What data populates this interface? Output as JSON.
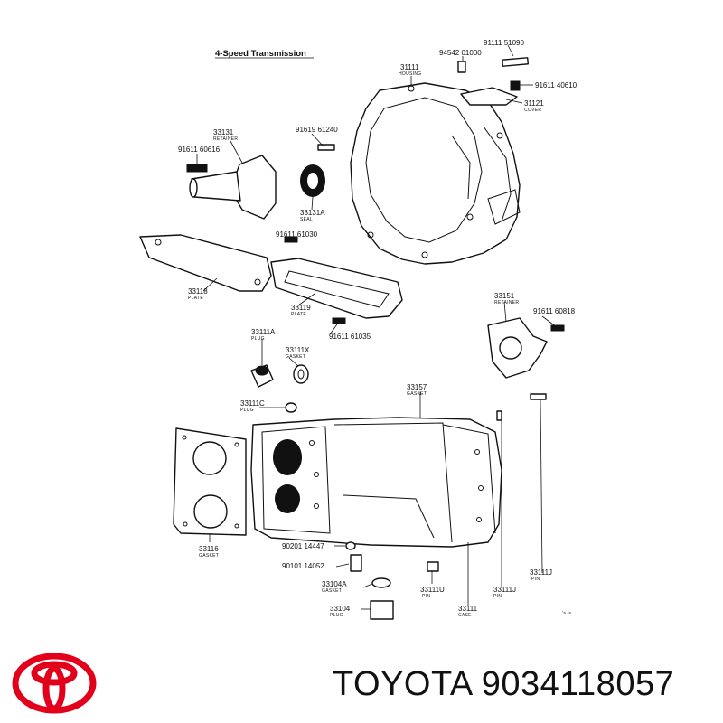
{
  "diagram": {
    "title": "4-Speed Transmission",
    "callouts": [
      {
        "id": "c1",
        "number": "91111 51090",
        "name": ""
      },
      {
        "id": "c2",
        "number": "94542 01000",
        "name": ""
      },
      {
        "id": "c3",
        "number": "31111",
        "name": "HOUSING"
      },
      {
        "id": "c4",
        "number": "91611 40610",
        "name": ""
      },
      {
        "id": "c5",
        "number": "31121",
        "name": "COVER"
      },
      {
        "id": "c6",
        "number": "33131",
        "name": "RETAINER"
      },
      {
        "id": "c7",
        "number": "91619 61240",
        "name": ""
      },
      {
        "id": "c8",
        "number": "91611 60616",
        "name": ""
      },
      {
        "id": "c9",
        "number": "33131A",
        "name": "SEAL"
      },
      {
        "id": "c10",
        "number": "91611 61030",
        "name": ""
      },
      {
        "id": "c11",
        "number": "33118",
        "name": "PLATE"
      },
      {
        "id": "c12",
        "number": "33119",
        "name": "PLATE"
      },
      {
        "id": "c13",
        "number": "33151",
        "name": "RETAINER"
      },
      {
        "id": "c14",
        "number": "91611 60818",
        "name": ""
      },
      {
        "id": "c15",
        "number": "33111A",
        "name": "PLUG"
      },
      {
        "id": "c16",
        "number": "91611 61035",
        "name": ""
      },
      {
        "id": "c17",
        "number": "33111X",
        "name": "GASKET"
      },
      {
        "id": "c18",
        "number": "33111C",
        "name": "PLUG"
      },
      {
        "id": "c19",
        "number": "33157",
        "name": "GASKET"
      },
      {
        "id": "c20",
        "number": "33116",
        "name": "GASKET"
      },
      {
        "id": "c21",
        "number": "90201 14447",
        "name": ""
      },
      {
        "id": "c22",
        "number": "90101 14052",
        "name": ""
      },
      {
        "id": "c23",
        "number": "33104A",
        "name": "GASKET"
      },
      {
        "id": "c24",
        "number": "33104",
        "name": "PLUG"
      },
      {
        "id": "c25",
        "number": "33111U",
        "name": "PIN"
      },
      {
        "id": "c26",
        "number": "33111",
        "name": "CASE"
      },
      {
        "id": "c27",
        "number": "33111J",
        "name": "PIN"
      },
      {
        "id": "c28",
        "number": "33111J",
        "name": "PIN"
      }
    ],
    "corner_mark": "’ʷ ²ᵃ"
  },
  "brand": {
    "name": "TOYOTA",
    "part_number": "9034118057",
    "logo_icon": "toyota-logo-icon",
    "logo_color": "#e3001b"
  }
}
